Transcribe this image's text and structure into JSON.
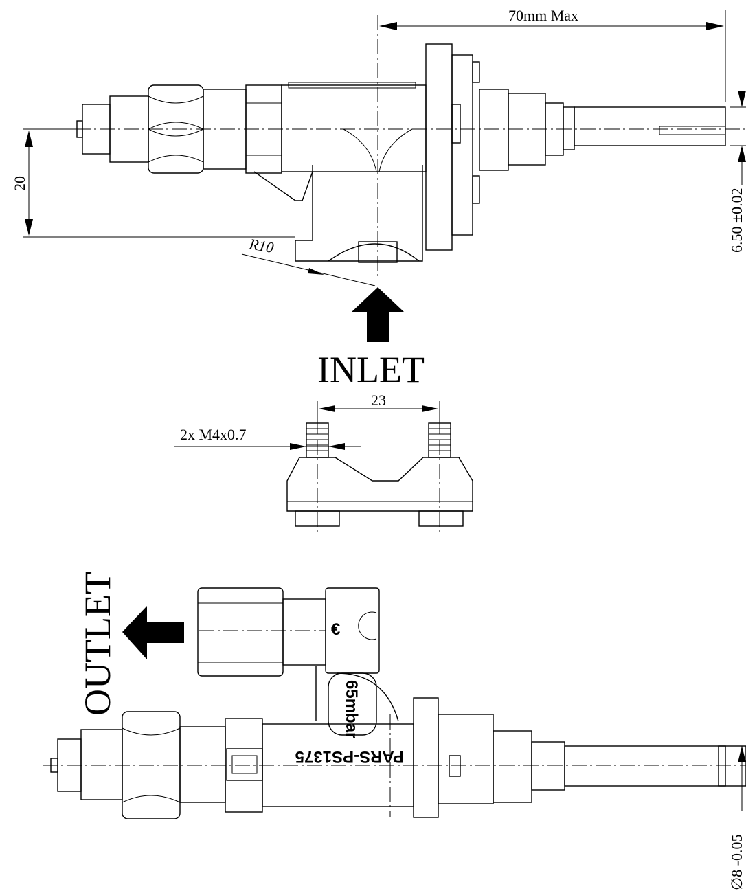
{
  "dimensions": {
    "max_length": "70mm Max",
    "height": "20",
    "shaft_tolerance": "6.50 ±0.02",
    "radius": "R10",
    "thread_spacing": "23",
    "thread_spec": "2x M4x0.7",
    "shaft_diameter": "∅8 -0.05"
  },
  "labels": {
    "inlet": "INLET",
    "outlet": "OUTLET",
    "part_number": "PARS-PS1375",
    "pressure": "65mbar"
  }
}
